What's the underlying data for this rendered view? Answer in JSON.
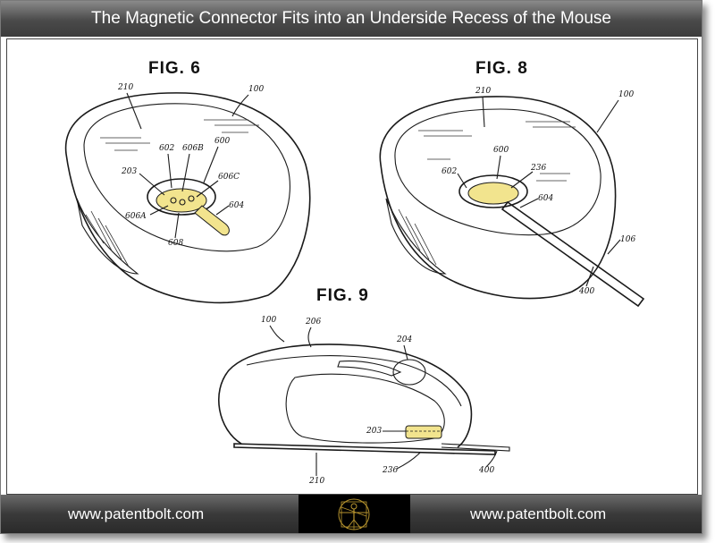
{
  "header": {
    "title": "The Magnetic Connector Fits into an Underside Recess of the Mouse"
  },
  "figures": {
    "fig6": {
      "label": "FIG. 6",
      "refs": [
        "210",
        "100",
        "602",
        "606B",
        "600",
        "203",
        "606C",
        "604",
        "606A",
        "608"
      ]
    },
    "fig8": {
      "label": "FIG. 8",
      "refs": [
        "210",
        "100",
        "600",
        "602",
        "236",
        "604",
        "106",
        "400"
      ]
    },
    "fig9": {
      "label": "FIG. 9",
      "refs": [
        "100",
        "206",
        "204",
        "203",
        "236",
        "210",
        "400"
      ]
    }
  },
  "footer": {
    "left_url": "www.patentbolt.com",
    "right_url": "www.patentbolt.com",
    "logo_icon": "vitruvian-man-icon"
  },
  "colors": {
    "highlight": "#f2e48e",
    "bar_dark": "#3a3a3a",
    "logo_gold": "#b8952f"
  }
}
